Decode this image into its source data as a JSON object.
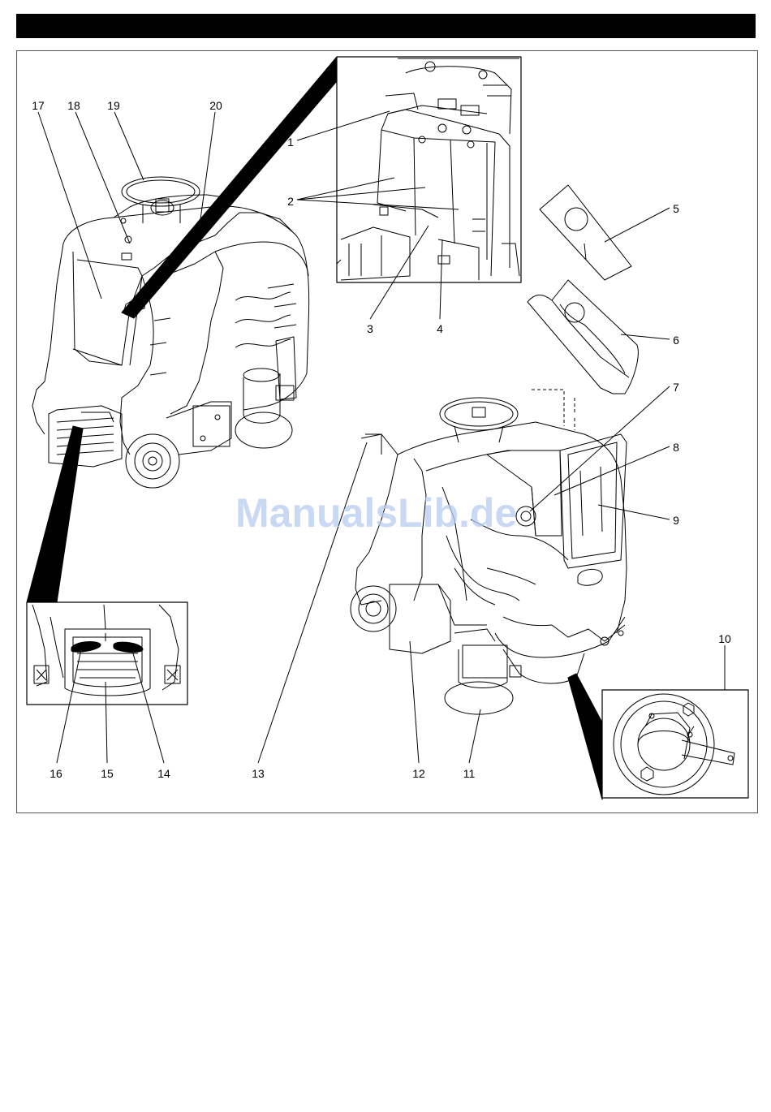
{
  "watermark": "ManualsLib.de",
  "callouts": [
    "1",
    "2",
    "3",
    "4",
    "5",
    "6",
    "7",
    "8",
    "9",
    "10",
    "11",
    "12",
    "13",
    "14",
    "15",
    "16",
    "17",
    "18",
    "19",
    "20"
  ],
  "colors": {
    "header": "#000000",
    "watermark": "#b8cdf0",
    "line": "#000000"
  }
}
